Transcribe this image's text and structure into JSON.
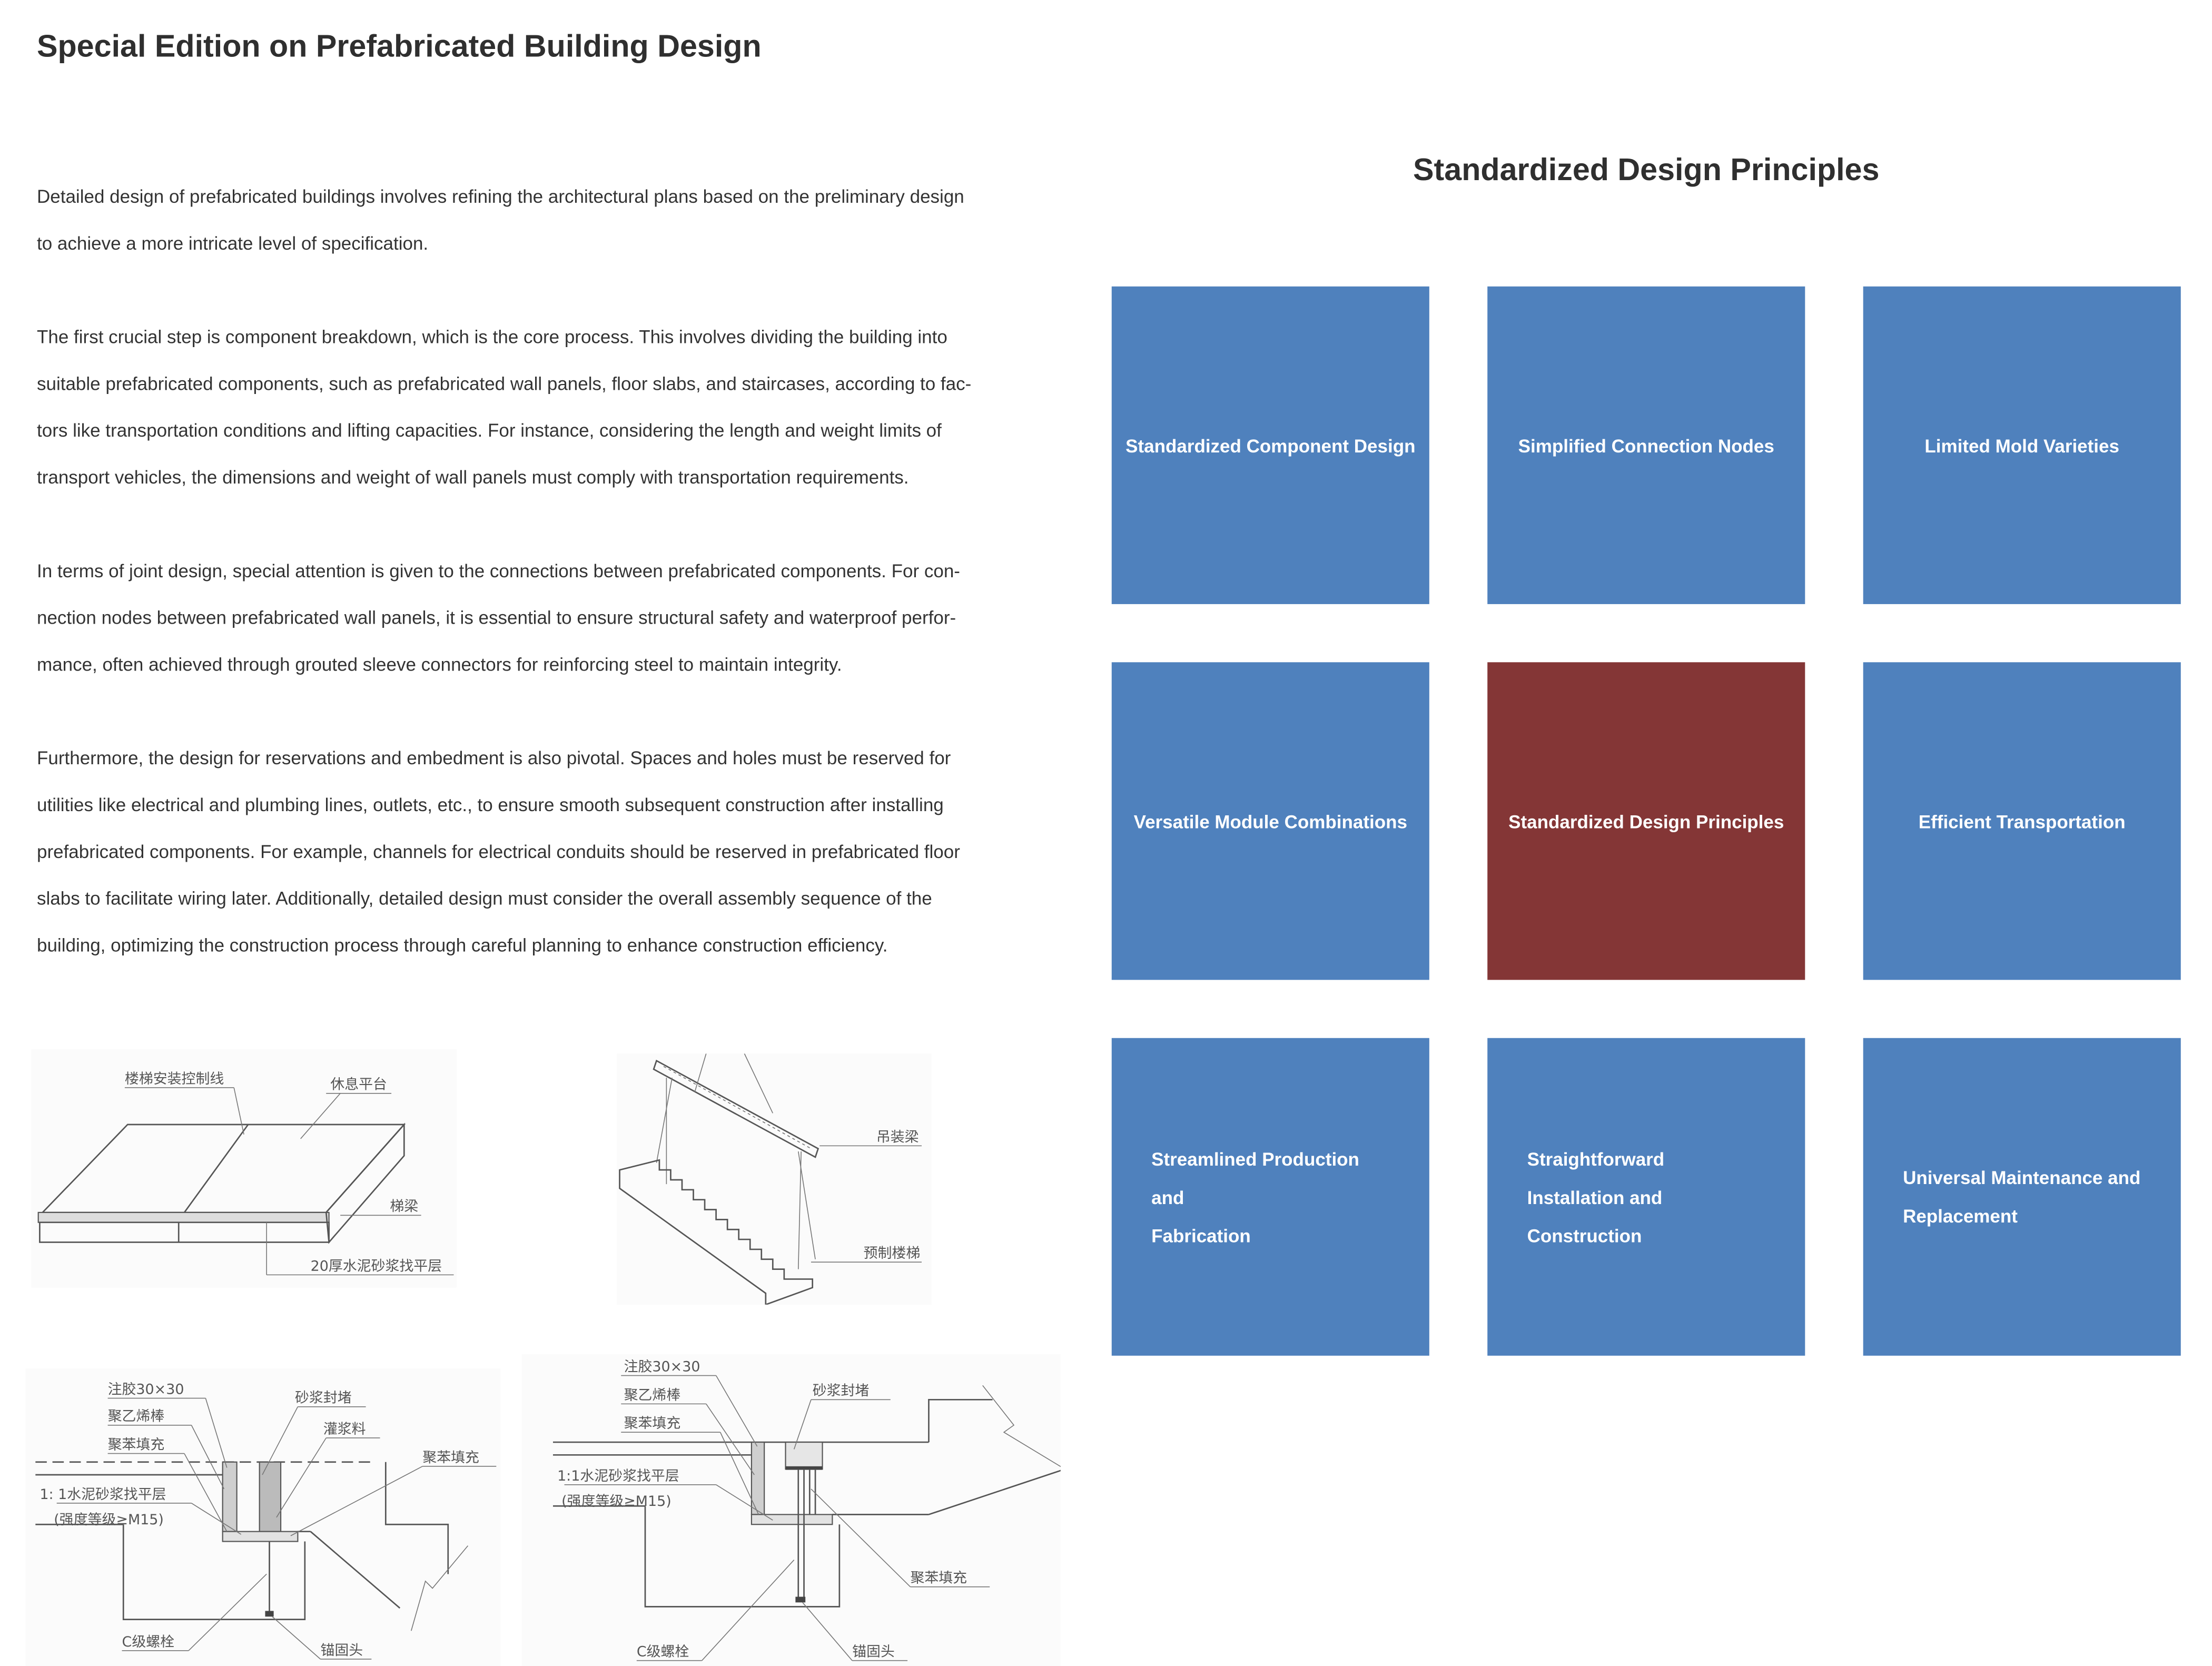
{
  "page": {
    "title": "Special Edition on Prefabricated Building Design",
    "paragraphs": [
      [
        "Detailed design of prefabricated buildings involves refining the architectural plans based on the preliminary design",
        "to achieve a more intricate level of specification."
      ],
      [
        "The first crucial step is component breakdown, which is the core process. This involves dividing the building into",
        "suitable prefabricated components, such as prefabricated wall panels, floor slabs, and staircases, according to fac-",
        "tors like transportation conditions and lifting capacities. For instance, considering the length and weight limits of",
        "transport vehicles, the dimensions and weight of wall panels must comply with transportation requirements."
      ],
      [
        "In terms of joint design, special attention is given to the connections between prefabricated components. For con-",
        "nection nodes between prefabricated wall panels, it is essential to ensure structural safety and waterproof perfor-",
        "mance, often achieved through grouted sleeve connectors for reinforcing steel to maintain integrity."
      ],
      [
        "Furthermore, the design for reservations and embedment is also pivotal. Spaces and holes must be reserved for",
        "utilities like electrical and plumbing lines, outlets, etc., to ensure smooth subsequent construction after installing",
        "prefabricated components. For example, channels for electrical conduits should be reserved in prefabricated floor",
        "slabs to facilitate wiring later. Additionally, detailed design must consider the overall assembly sequence of the",
        "building, optimizing the construction process through careful planning to enhance construction efficiency."
      ]
    ]
  },
  "principles": {
    "title": "Standardized Design Principles",
    "colors": {
      "default": "#4F81BD",
      "active": "#843636"
    },
    "cards": [
      {
        "lines": [
          "Standardized Component Design"
        ]
      },
      {
        "lines": [
          "Simplified Connection Nodes"
        ]
      },
      {
        "lines": [
          "Limited Mold Varieties"
        ]
      },
      {
        "lines": [
          "Versatile Module Combinations"
        ]
      },
      {
        "lines": [
          "Standardized Design Principles"
        ],
        "active": true
      },
      {
        "lines": [
          "Efficient Transportation"
        ]
      },
      {
        "lines": [
          "Streamlined Production and",
          "Fabrication"
        ]
      },
      {
        "lines": [
          "Straightforward Installation and",
          "Construction"
        ]
      },
      {
        "lines": [
          "Universal Maintenance and",
          "Replacement"
        ]
      }
    ]
  },
  "figures": {
    "landing": {
      "control_line": "楼梯安装控制线",
      "platform": "休息平台",
      "beam": "梯梁",
      "mortar": "20厚水泥砂浆找平层"
    },
    "lifting": {
      "beam": "吊装梁",
      "stair": "预制楼梯"
    },
    "joint_a": {
      "sealant": "注胶30×30",
      "pe_rod": "聚乙烯棒",
      "eps_fill": "聚苯填充",
      "mortar_seal": "砂浆封堵",
      "grout": "灌浆料",
      "eps_fill_2": "聚苯填充",
      "leveling": "1: 1水泥砂浆找平层",
      "strength": "(强度等级≥M15)",
      "bolt": "C级螺栓",
      "anchor": "锚固头"
    },
    "joint_b": {
      "sealant": "注胶30×30",
      "pe_rod": "聚乙烯棒",
      "eps_fill": "聚苯填充",
      "mortar_seal": "砂浆封堵",
      "leveling": "1:1水泥砂浆找平层",
      "strength": "(强度等级≥M15)",
      "eps_fill_2": "聚苯填充",
      "bolt": "C级螺栓",
      "anchor": "锚固头"
    }
  }
}
